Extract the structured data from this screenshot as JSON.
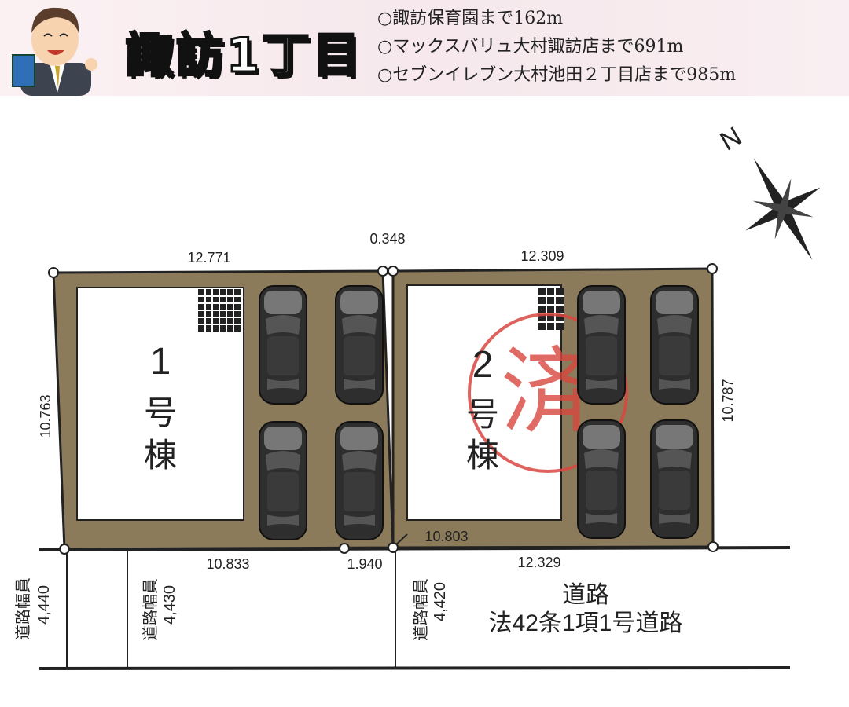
{
  "header": {
    "title": "諏訪1丁目",
    "info": [
      "○諏訪保育園まで162m",
      "○マックスバリュ大村諏訪店まで691m",
      "○セブンイレブン大村池田２丁目店まで985m"
    ]
  },
  "compass": {
    "north": "N"
  },
  "dimensions": {
    "lot1_top": "12.771",
    "gap_top": "0.348",
    "lot2_top": "12.309",
    "lot1_left": "10.763",
    "lot2_right": "10.787",
    "lot1_bottom": "10.833",
    "gap_bottom": "1.940",
    "lot2_bottom": "12.329",
    "diagonal": "10.803"
  },
  "buildings": [
    {
      "number": "1",
      "label_1": "号",
      "label_2": "棟"
    },
    {
      "number": "2",
      "label_1": "号",
      "label_2": "棟",
      "stamp": "済"
    }
  ],
  "road": {
    "width_label": "道路幅員",
    "widths": [
      "4,440",
      "4,430",
      "4,420"
    ],
    "title": "道路",
    "subtitle": "法42条1項1号道路"
  },
  "colors": {
    "lot": "#8b7b5b",
    "stamp": "#d9473f"
  }
}
